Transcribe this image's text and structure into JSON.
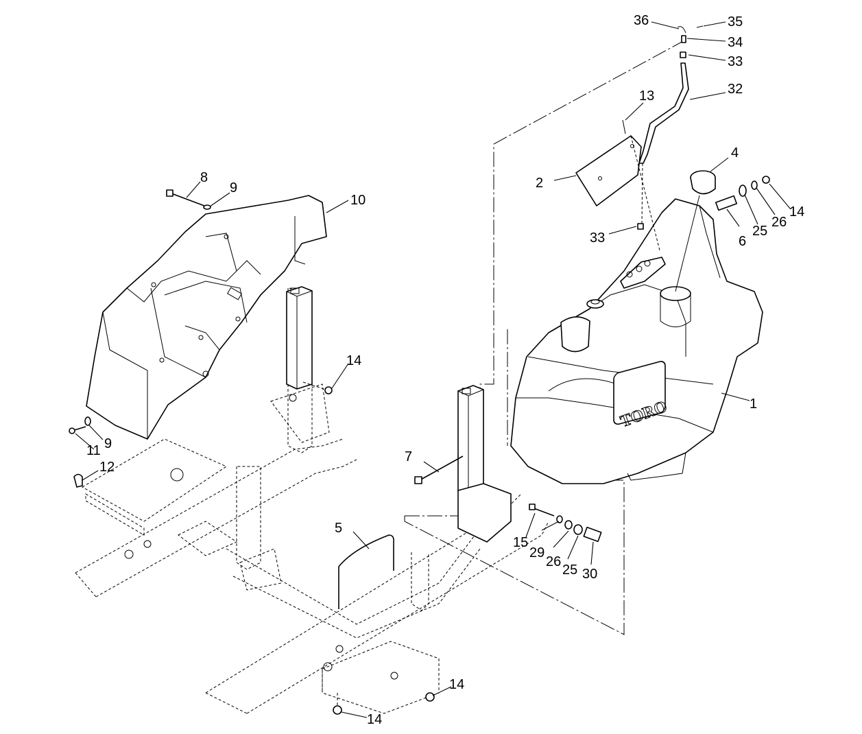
{
  "callouts": {
    "c1": "1",
    "c2": "2",
    "c4": "4",
    "c5": "5",
    "c6": "6",
    "c7": "7",
    "c8": "8",
    "c9a": "9",
    "c9b": "9",
    "c10": "10",
    "c11": "11",
    "c12": "12",
    "c13": "13",
    "c14a": "14",
    "c14b": "14",
    "c14c": "14",
    "c14d": "14",
    "c15": "15",
    "c25a": "25",
    "c25b": "25",
    "c26a": "26",
    "c26b": "26",
    "c29": "29",
    "c30": "30",
    "c32": "32",
    "c33a": "33",
    "c33b": "33",
    "c34": "34",
    "c35": "35",
    "c36": "36"
  },
  "tank_logo": "TORO"
}
